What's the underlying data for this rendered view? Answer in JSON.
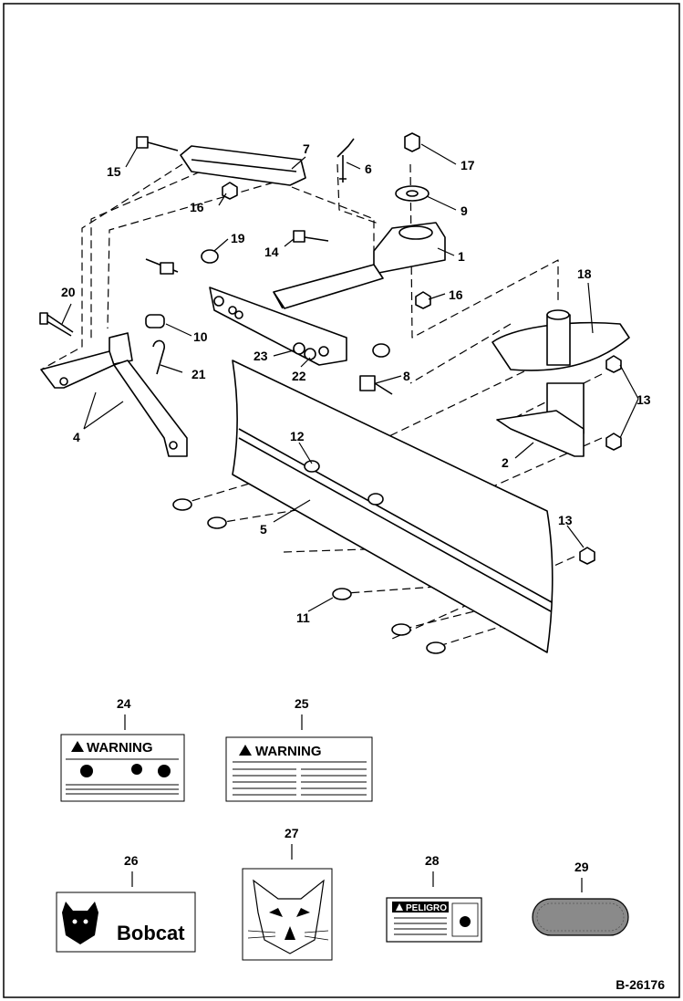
{
  "figure_number": "B-26176",
  "callouts": {
    "c1": "1",
    "c2": "2",
    "c4": "4",
    "c5": "5",
    "c6": "6",
    "c7": "7",
    "c8": "8",
    "c9": "9",
    "c10": "10",
    "c11": "11",
    "c12": "12",
    "c13a": "13",
    "c13b": "13",
    "c14": "14",
    "c15": "15",
    "c16a": "16",
    "c16b": "16",
    "c17": "17",
    "c18": "18",
    "c19": "19",
    "c20": "20",
    "c21": "21",
    "c22": "22",
    "c23": "23",
    "c24": "24",
    "c25": "25",
    "c26": "26",
    "c27": "27",
    "c28": "28",
    "c29": "29"
  },
  "decals": {
    "warning_24": "WARNING",
    "warning_25": "WARNING",
    "brand_26": "Bobcat",
    "peligro_28": "PELIGRO"
  }
}
